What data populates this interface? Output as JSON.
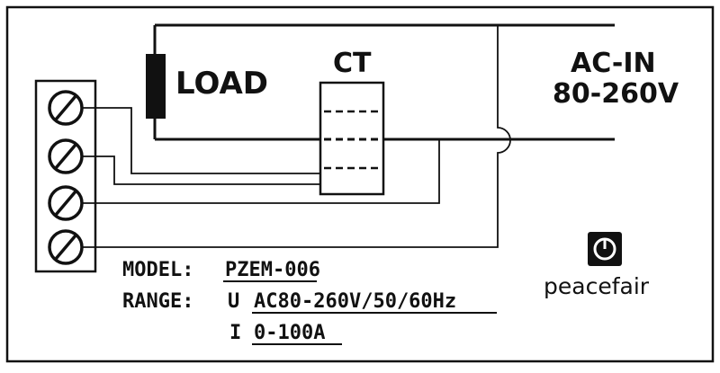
{
  "diagram": {
    "load_label": "LOAD",
    "ct_label": "CT",
    "ac_in_line1": "AC-IN",
    "ac_in_line2": "80-260V",
    "terminal_count": 4
  },
  "spec": {
    "model_key": "MODEL:",
    "model_value": "PZEM-006",
    "range_key": "RANGE:",
    "voltage_symbol": "U",
    "voltage_range": "AC80-260V/50/60Hz",
    "current_symbol": "I",
    "current_range": "0-100A"
  },
  "brand": {
    "name": "peacefair",
    "logo_icon": "peacefair-logo"
  },
  "colors": {
    "ink": "#111111",
    "paper": "#ffffff"
  }
}
